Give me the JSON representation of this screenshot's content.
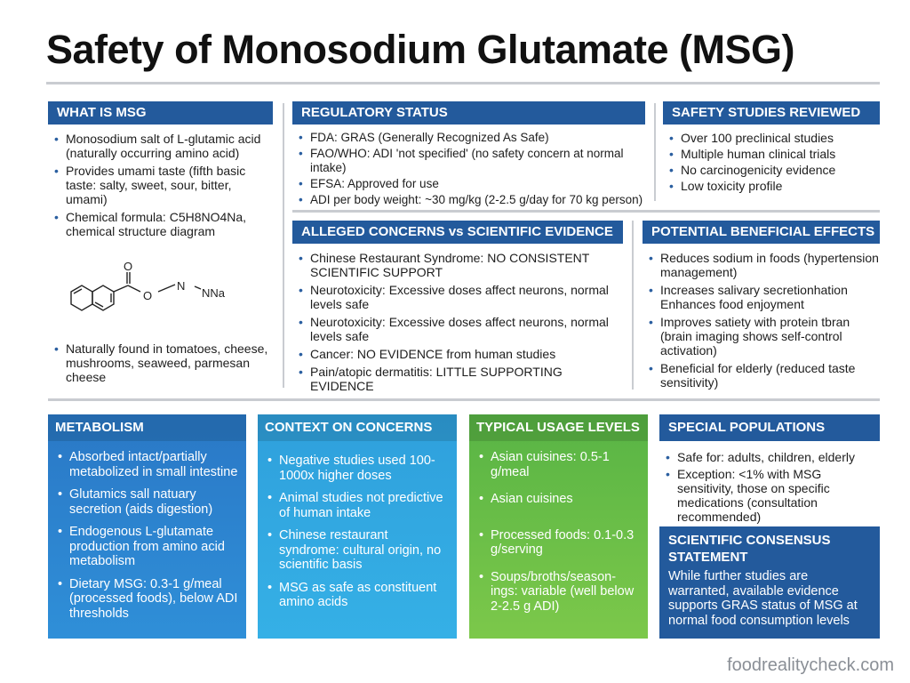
{
  "title": "Safety of Monosodium Glutamate (MSG)",
  "what_is": {
    "heading": "WHAT IS MSG",
    "items": [
      "Monosodium salt of L-glutamic acid (naturally occurring amino acid)",
      "Provides umami taste (fifth basic taste: salty, sweet, sour, bitter, umami)",
      "Chemical formula: C5H8NO4Na, chemical structure diagram"
    ],
    "structure_labels": {
      "o": "O",
      "o2": "O",
      "n": "N",
      "nna": "NNa"
    },
    "items_after": [
      "Naturally found in tomatoes, cheese, mushrooms, seaweed, parmesan cheese"
    ]
  },
  "regulatory": {
    "heading": "REGULATORY STATUS",
    "items": [
      "FDA: GRAS (Generally Recognized As Safe)",
      "FAO/WHO: ADI 'not specified' (no safety concern at normal intake)",
      "EFSA: Approved for use",
      "ADI per body weight: ~30 mg/kg (2-2.5 g/day for 70 kg person)"
    ]
  },
  "studies": {
    "heading": "SAFETY STUDIES REVIEWED",
    "items": [
      "Over 100 preclinical studies",
      "Multiple human clinical trials",
      "No carcinogenicity evidence",
      "Low toxicity profile"
    ]
  },
  "concerns": {
    "heading": "ALLEGED CONCERNS vs SCIENTIFIC EVIDENCE",
    "items": [
      "Chinese Restaurant Syndrome: NO CONSISTENT SCIENTIFIC SUPPORT",
      "Neurotoxicity: Excessive doses affect neurons, normal levels safe",
      "Neurotoxicity: Excessive doses affect neurons, normal levels safe",
      "Cancer: NO EVIDENCE from human studies",
      "Pain/atopic dermatitis: LITTLE SUPPORTING EVIDENCE"
    ]
  },
  "benefits": {
    "heading": "POTENTIAL BENEFICIAL EFFECTS",
    "items": [
      "Reduces sodium in foods (hypertension management)",
      "Increases salivary secretionhation Enhances food enjoyment",
      "Improves satiety with protein tbran (brain imaging shows self-control activation)",
      "Beneficial for elderly (reduced taste sensitivity)"
    ]
  },
  "metabolism": {
    "heading": "METABOLISM",
    "items": [
      "Absorbed intact/partially metabolized in small intestine",
      "Glutamics sall natuary secretion (aids digestion)",
      "Endogenous L-glutamate production from amino acid metabolism",
      "Dietary MSG: 0.3-1 g/meal (processed foods), below ADI thresholds"
    ]
  },
  "context": {
    "heading": "CONTEXT ON CONCERNS",
    "items": [
      "Negative studies used 100-1000x higher doses",
      "Animal studies not predictive of human intake",
      "Chinese restaurant syndrome: cultural origin, no scientific basis",
      "MSG as safe as constituent amino acids"
    ]
  },
  "usage": {
    "heading": "TYPICAL USAGE LEVELS",
    "items": [
      "Asian cuisines: 0.5-1 g/meal",
      "Asian cuisines",
      "Processed foods: 0.1-0.3 g/serving",
      "Soups/broths/season-ings: variable (well below 2-2.5 g ADI)"
    ]
  },
  "special": {
    "heading": "SPECIAL POPULATIONS",
    "items": [
      "Safe for: adults, children, elderly",
      "Exception: <1% with MSG sensitivity, those on specific medications (consultation recommended)"
    ]
  },
  "consensus": {
    "heading": "SCIENTIFIC CONSENSUS STATEMENT",
    "body": "While further studies are warranted, available evidence supports GRAS status of MSG at normal food consumption levels"
  },
  "footer": "foodrealitycheck.com",
  "colors": {
    "header_blue": "#235a9c",
    "metabolism": "#2a78c6",
    "context": "#2fa0dc",
    "usage": "#58b445"
  }
}
